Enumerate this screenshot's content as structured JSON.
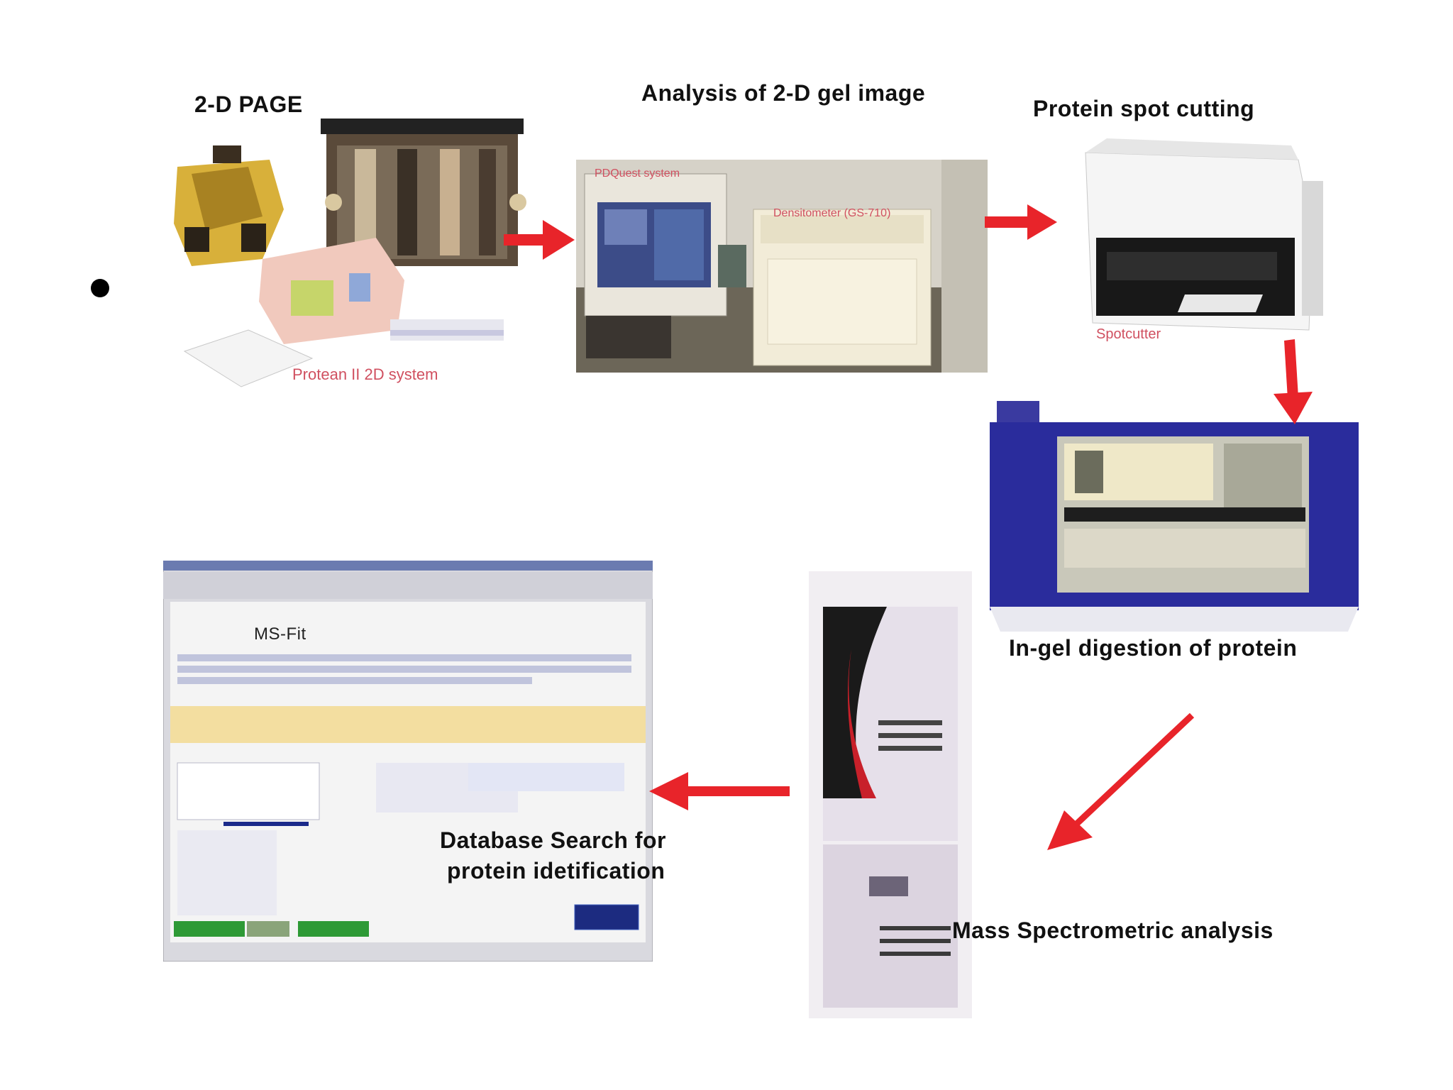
{
  "steps": {
    "page_2d": {
      "title": "2-D PAGE",
      "caption": "Protean II 2D system"
    },
    "gel_analysis": {
      "title": "Analysis of 2-D gel  image",
      "screen_caption": "PDQuest system",
      "device_caption": "Densitometer (GS-710)"
    },
    "spot_cutting": {
      "title": "Protein spot cutting",
      "caption": "Spotcutter"
    },
    "in_gel_digestion": {
      "title": "In-gel digestion of protein"
    },
    "mass_spec": {
      "title": "Mass Spectrometric analysis"
    },
    "database_search": {
      "title_line1": "Database Search for",
      "title_line2": "protein idetification",
      "window_heading": "MS-Fit"
    }
  },
  "colors": {
    "arrow": "#e8242a",
    "background": "#ffffff",
    "label": "#111111",
    "digestion_frame": "#2a2c9c"
  }
}
